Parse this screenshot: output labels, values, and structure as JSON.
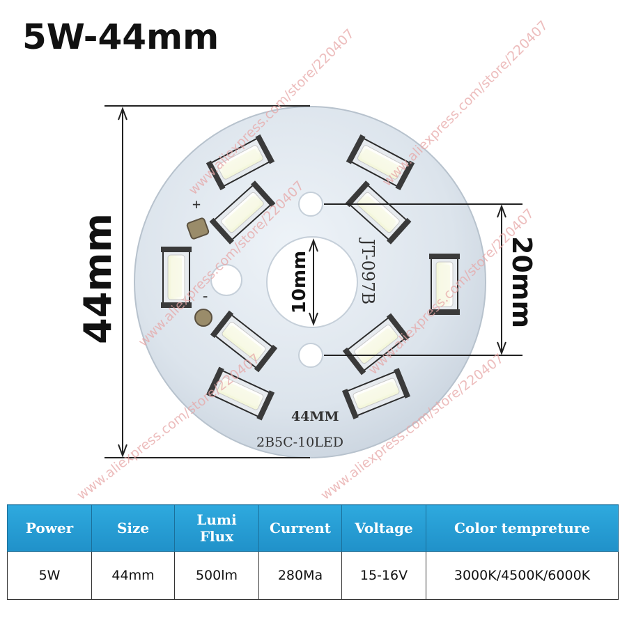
{
  "title": "5W-44mm",
  "board": {
    "diameter_label": "44mm",
    "hole_spacing_label": "20mm",
    "center_hole_label": "10mm",
    "model_text": "JT-097B",
    "size_text": "44MM",
    "part_text": "2B5C-10LED",
    "plus_text": "+",
    "minus_text": "-"
  },
  "watermark": "www.aliexpress.com/store/220407",
  "table": {
    "headers": [
      "Power",
      "Size",
      "Lumi Flux",
      "Current",
      "Voltage",
      "Color tempreture"
    ],
    "row": [
      "5W",
      "44mm",
      "500lm",
      "280Ma",
      "15-16V",
      "3000K/4500K/6000K"
    ]
  },
  "colors": {
    "board": "#dfe6ee",
    "header": "#2a9fd6",
    "dimension_line": "#222222"
  }
}
